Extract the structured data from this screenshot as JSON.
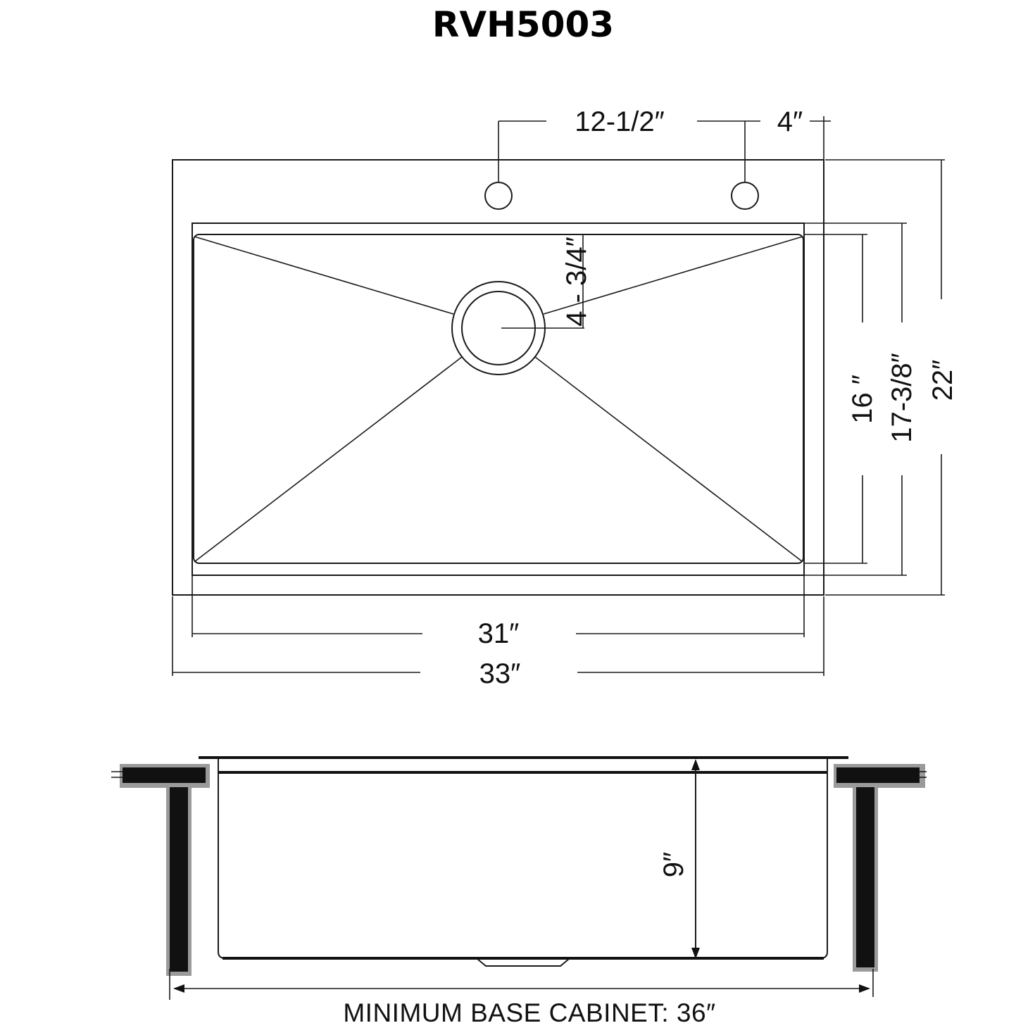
{
  "title": "RVH5003",
  "colors": {
    "line": "#1a1a1a",
    "background": "#ffffff"
  },
  "dimensions": {
    "faucet_spacing": "12-1/2″",
    "faucet_offset": "4″",
    "drain_offset": "4 - 3/4″",
    "bowl_length": "16 ″",
    "inner_length": "17-3/8″",
    "overall_length": "22″",
    "inner_width": "31″",
    "overall_width": "33″",
    "bowl_depth": "9″"
  },
  "cabinet_label": "MINIMUM BASE CABINET: 36″"
}
